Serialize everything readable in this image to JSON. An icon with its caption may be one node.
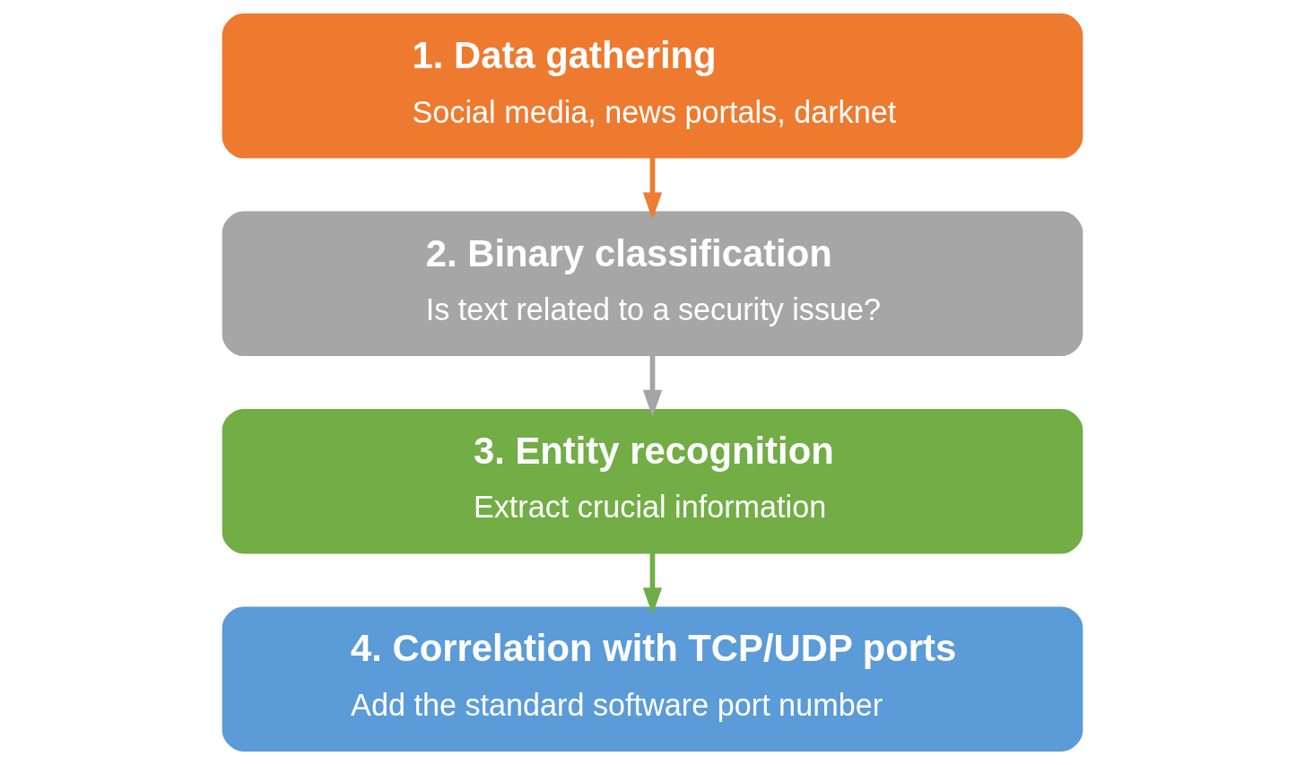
{
  "diagram": {
    "nodes": [
      {
        "text": [
          "1. Data gathering",
          "Social media, news portals, darknet"
        ]
      },
      {
        "text": [
          "2. Binary classification",
          "Is text related to a security issue?"
        ]
      },
      {
        "text": [
          "3. Entity recognition",
          "Extract crucial information"
        ]
      },
      {
        "text": [
          "4. Correlation with TCP/UDP ports",
          "Add the standard software port number"
        ]
      }
    ],
    "edges": [
      {
        "from": 0,
        "to": 1,
        "arrow": "to",
        "color": "#ed7d31"
      },
      {
        "from": 1,
        "to": 2,
        "arrow": "to",
        "color": "#a5a5a5"
      },
      {
        "from": 2,
        "to": 3,
        "arrow": "to",
        "color": "#70ad47"
      }
    ]
  }
}
